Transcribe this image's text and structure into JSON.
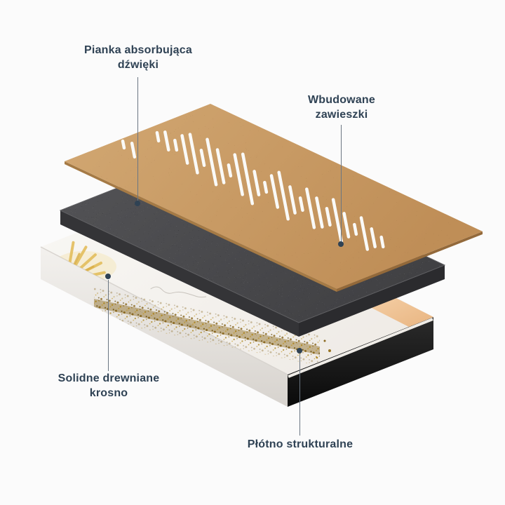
{
  "callouts": [
    {
      "name": "sound-absorbing-foam",
      "lines": [
        "Pianka absorbująca",
        "dźwięki"
      ]
    },
    {
      "name": "built-in-hangers",
      "lines": [
        "Wbudowane",
        "zawieszki"
      ]
    },
    {
      "name": "solid-wooden-frame",
      "lines": [
        "Solidne drewniane",
        "krosno"
      ]
    },
    {
      "name": "structural-canvas",
      "lines": [
        "Płótno strukturalne"
      ]
    }
  ],
  "colors": {
    "background": "#fbfbfb",
    "label_text": "#2f4254",
    "callout_line": "#6b7682",
    "callout_dot": "#2f4254",
    "board_tan": "#c89c66",
    "foam_gray": "#4a4a4c",
    "canvas_white": "#f7f5f2",
    "frame_black": "#161616",
    "glitter_gold": "#8f6d22",
    "wood_inner": "#f2c79e"
  }
}
